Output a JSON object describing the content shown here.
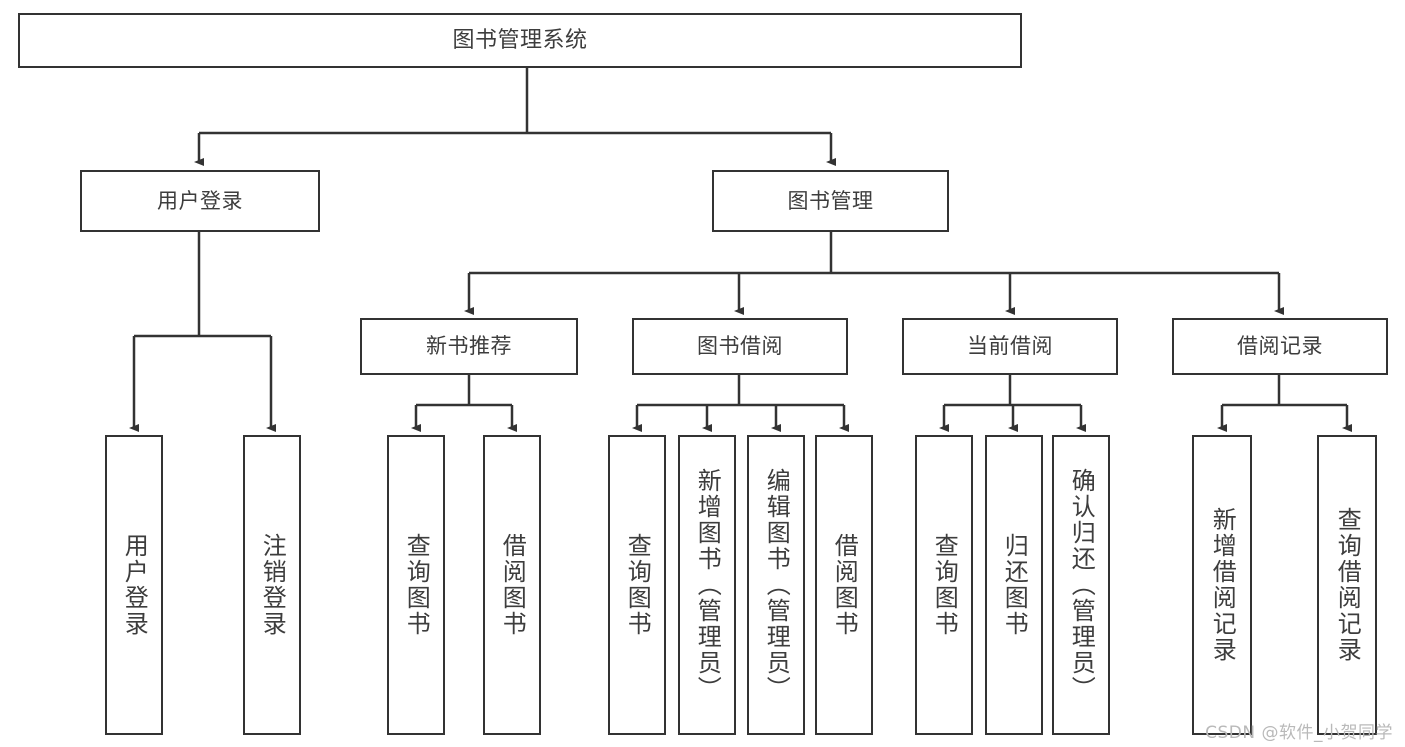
{
  "diagram": {
    "title": "图书管理系统",
    "type": "tree-hierarchy",
    "colors": {
      "background": "#ffffff",
      "box_border": "#333333",
      "box_fill": "#ffffff",
      "text": "#3d3d3d",
      "connector": "#333333",
      "watermark": "#b9b9b9"
    },
    "root": {
      "label": "图书管理系统"
    },
    "level1": [
      {
        "label": "用户登录"
      },
      {
        "label": "图书管理"
      }
    ],
    "level2": [
      {
        "label": "新书推荐"
      },
      {
        "label": "图书借阅"
      },
      {
        "label": "当前借阅"
      },
      {
        "label": "借阅记录"
      }
    ],
    "leaves": {
      "user_login": [
        {
          "label": "用户登录"
        },
        {
          "label": "注销登录"
        }
      ],
      "new_book_recommend": [
        {
          "label": "查询图书"
        },
        {
          "label": "借阅图书"
        }
      ],
      "book_borrow": [
        {
          "label": "查询图书"
        },
        {
          "label": "新增图书（管理员）"
        },
        {
          "label": "编辑图书（管理员）"
        },
        {
          "label": "借阅图书"
        }
      ],
      "current_borrow": [
        {
          "label": "查询图书"
        },
        {
          "label": "归还图书"
        },
        {
          "label": "确认归还（管理员）"
        }
      ],
      "borrow_records": [
        {
          "label": "新增借阅记录"
        },
        {
          "label": "查询借阅记录"
        }
      ]
    }
  },
  "watermark": {
    "text": "CSDN @软件_小贺同学"
  }
}
